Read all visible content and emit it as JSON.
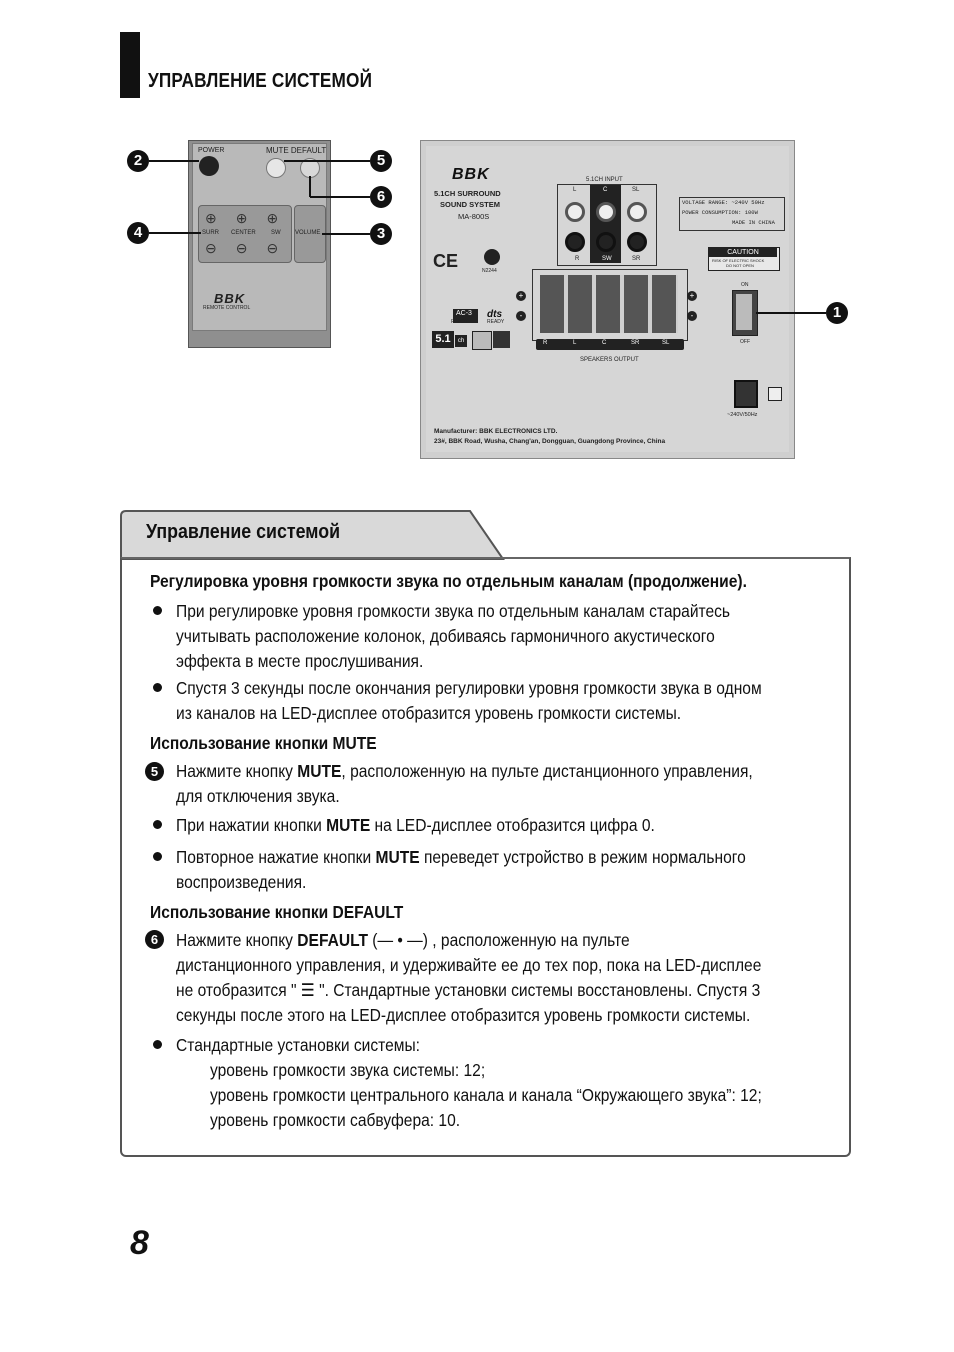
{
  "header": {
    "title": "УПРАВЛЕНИЕ СИСТЕМОЙ"
  },
  "remote": {
    "power": "POWER",
    "mute_default": "MUTE DEFAULT",
    "surr": "SURR",
    "center": "CENTER",
    "sw": "SW",
    "volume": "VOLUME",
    "brand": "BBK",
    "caption": "REMOTE CONTROL",
    "callouts": [
      "2",
      "4",
      "5",
      "6",
      "3"
    ]
  },
  "panel": {
    "brand": "BBK",
    "line1": "5.1CH SURROUND",
    "line2": "SOUND SYSTEM",
    "model": "MA-800S",
    "input_title": "5.1CH INPUT",
    "input_top": [
      "L",
      "C",
      "SL"
    ],
    "input_bottom": [
      "R",
      "SW",
      "SR"
    ],
    "voltage": "VOLTAGE RANGE: ~240V 50Hz",
    "power": "POWER CONSUMPTION: 100W",
    "made": "MADE IN CHINA",
    "caution": "CAUTION",
    "caution_sub1": "RISK OF ELECTRIC SHOCK",
    "caution_sub2": "DO NOT OPEN",
    "ce": "CE",
    "cert": "N2244",
    "ac3": "AC-3",
    "ready": "READY",
    "dts": "dts",
    "ch51": "5.1",
    "ch": "ch",
    "speakers_labels": [
      "R",
      "L",
      "C",
      "SR",
      "SL"
    ],
    "speakers_output": "SPEAKERS OUTPUT",
    "on": "ON",
    "off": "OFF",
    "mains": "~240V/50Hz",
    "manufacturer": "Manufacturer: BBK ELECTRONICS LTD.",
    "address": "23#, BBK Road, Wusha, Chang'an, Dongguan, Guangdong Province, China",
    "callout": "1"
  },
  "section": {
    "tab_title": "Управление системой",
    "subtitle1": "Регулировка уровня громкости звука по отдельным каналам (продолжение).",
    "b1_l1": "При регулировке уровня громкости звука по отдельным каналам старайтесь",
    "b1_l2": "учитывать расположение колонок, добиваясь гармоничного акустического",
    "b1_l3": "эффекта в месте прослушивания.",
    "b2_l1": "Спустя 3 секунды после окончания регулировки уровня громкости звука в одном",
    "b2_l2": "из каналов на LED-дисплее отобразится уровень громкости системы.",
    "subtitle2": "Использование кнопки MUTE",
    "n5": "5",
    "m_l1a": "Нажмите кнопку ",
    "m_l1b": "MUTE",
    "m_l1c": ", расположенную на пульте дистанционного управления,",
    "m_l2": "для отключения звука.",
    "m_b1a": "При нажатии кнопки ",
    "m_b1b": "MUTE",
    "m_b1c": " на LED-дисплее отобразится цифра 0.",
    "m_b2a": "Повторное нажатие кнопки ",
    "m_b2b": "MUTE",
    "m_b2c": " переведет устройство в режим нормального",
    "m_b2d": "воспроизведения.",
    "subtitle3": "Использование кнопки DEFAULT",
    "n6": "6",
    "d_l1a": "Нажмите кнопку ",
    "d_l1b": "DEFAULT",
    "d_l1c": "  (— • —)  , расположенную на пульте",
    "d_l2": "дистанционного управления, и удерживайте ее до тех пор, пока на LED-дисплее",
    "d_l3": "не отобразится \" ☰ \". Стандартные установки системы восстановлены. Спустя 3",
    "d_l4": "секунды после этого на LED-дисплее отобразится уровень громкости системы.",
    "s_l1": "Стандартные установки системы:",
    "s_l2": "уровень громкости звука системы: 12;",
    "s_l3": "уровень громкости центрального канала и канала “Окружающего звука”: 12;",
    "s_l4": "уровень громкости сабвуфера: 10."
  },
  "page_number": "8"
}
